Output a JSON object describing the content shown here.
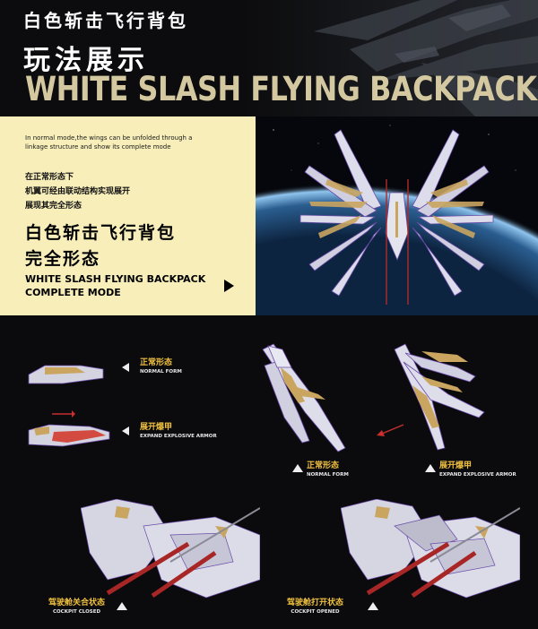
{
  "hero": {
    "title_cn_small": "白色斩击飞行背包",
    "title_cn_big": "玩法展示",
    "title_en": "WHITE SLASH FLYING BACKPACK"
  },
  "info": {
    "en_note": "In normal mode,the wings can be unfolded through a linkage structure and show its complete mode",
    "cn_note_lines": [
      "在正常形态下",
      "机翼可经由联动结构实现展开",
      "展现其完全形态"
    ],
    "cn_title_lines": [
      "白色斩击飞行背包",
      "完全形态"
    ],
    "en_title_lines": [
      "WHITE SLASH FLYING BACKPACK",
      "COMPLETE MODE"
    ]
  },
  "details": {
    "normal_form": {
      "cn": "正常形态",
      "en": "NORMAL FORM"
    },
    "expand_armor": {
      "cn": "展开爆甲",
      "en": "EXPAND EXPLOSIVE ARMOR"
    },
    "wing_normal": {
      "cn": "正常形态",
      "en": "NORMAL FORM"
    },
    "wing_expand": {
      "cn": "展开爆甲",
      "en": "EXPAND EXPLOSIVE ARMOR"
    },
    "cockpit_closed": {
      "cn": "驾驶舱关合状态",
      "en": "COCKPIT CLOSED"
    },
    "cockpit_opened": {
      "cn": "驾驶舱打开状态",
      "en": "COCKPIT OPENED"
    }
  },
  "colors": {
    "cream_panel": "#f7eeba",
    "label_yellow": "#f0c040",
    "title_en_gold": "#d3c8a0",
    "armor_white": "#d8d8e6",
    "armor_purple": "#6a4aa8",
    "gold_trim": "#c9a560",
    "red_accent": "#c8302e"
  },
  "icons": [
    "play-arrow-icon",
    "left-pointer-icon",
    "up-pointer-icon",
    "red-arrow-icon"
  ]
}
